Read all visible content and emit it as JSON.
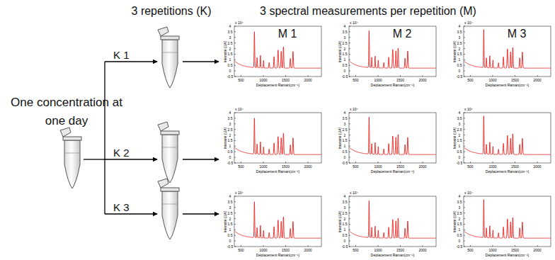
{
  "diagram": {
    "labels": [
      "One concentration at one day",
      "3 repetitions (K)",
      "3 spectral measurements per repetition (M)",
      "K 1",
      "K 2",
      "K 3",
      "M 1",
      "M 2",
      "M 3",
      "4",
      "3.5",
      "3",
      "2.5",
      "2",
      "1.5",
      "1",
      "0.5",
      "0",
      "-0.5",
      "x 10⁴",
      "500",
      "1000",
      "1500",
      "2000",
      "Intensité (UA)",
      "Déplacement Raman(cm⁻¹)",
      "4",
      "3.5",
      "3",
      "2.5",
      "2",
      "1.5",
      "1",
      "0.5",
      "0",
      "-0.5",
      "x 10⁴",
      "500",
      "1000",
      "1500",
      "2000",
      "Intensité (UA)",
      "Déplacement Raman(cm⁻¹)",
      "4",
      "3.5",
      "3",
      "2.5",
      "2",
      "1.5",
      "1",
      "0.5",
      "0",
      "-0.5",
      "x 10⁴",
      "500",
      "1000",
      "1500",
      "2000",
      "Intensité (UA)",
      "Déplacement Raman(cm⁻¹)",
      "4",
      "3.5",
      "3",
      "2.5",
      "2",
      "1.5",
      "1",
      "0.5",
      "0",
      "-0.5",
      "x 10⁴",
      "500",
      "1000",
      "1500",
      "2000",
      "Intensité (UA)",
      "Déplacement Raman(cm⁻¹)",
      "4",
      "3.5",
      "3",
      "2.5",
      "2",
      "1.5",
      "1",
      "0.5",
      "0",
      "-0.5",
      "x 10⁴",
      "500",
      "1000",
      "1500",
      "2000",
      "Intensité (UA)",
      "Déplacement Raman(cm⁻¹)",
      "4",
      "3.5",
      "3",
      "2.5",
      "2",
      "1.5",
      "1",
      "0.5",
      "0",
      "-0.5",
      "x 10⁴",
      "500",
      "1000",
      "1500",
      "2000",
      "Intensité (UA)",
      "Déplacement Raman(cm⁻¹)",
      "4",
      "3.5",
      "3",
      "2.5",
      "2",
      "1.5",
      "1",
      "0.5",
      "0",
      "-0.5",
      "x 10⁴",
      "500",
      "1000",
      "1500",
      "2000",
      "Intensité (UA)",
      "Déplacement Raman(cm⁻¹)",
      "4",
      "3.5",
      "3",
      "2.5",
      "2",
      "1.5",
      "1",
      "0.5",
      "0",
      "-0.5",
      "x 10⁴",
      "500",
      "1000",
      "1500",
      "2000",
      "Intensité (UA)",
      "Déplacement Raman(cm⁻¹)",
      "4",
      "3.5",
      "3",
      "2.5",
      "2",
      "1.5",
      "1",
      "0.5",
      "0",
      "-0.5",
      "x 10⁴",
      "500",
      "1000",
      "1500",
      "2000",
      "Intensité (UA)",
      "Déplacement Raman(cm⁻¹)"
    ]
  }
}
